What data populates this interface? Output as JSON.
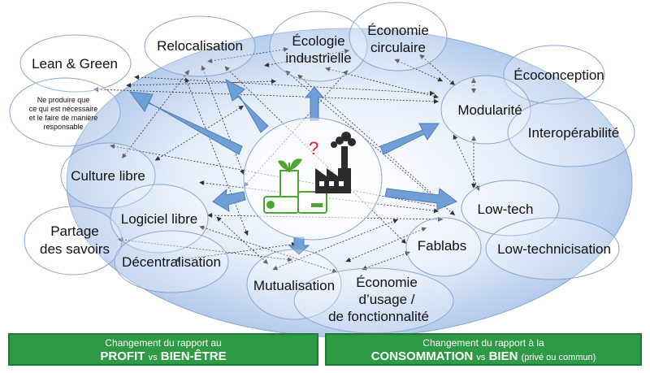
{
  "concepts": {
    "lean_green": "Lean & Green",
    "note": [
      "Ne produire que",
      "ce qui est nécessaire",
      "et le faire de manière",
      "responsable"
    ],
    "relocalisation": "Relocalisation",
    "ecologie": [
      "Écologie",
      "industrielle"
    ],
    "economie_circulaire": [
      "Économie",
      "circulaire"
    ],
    "ecoconception": "Écoconception",
    "modularite": "Modularité",
    "interoperabilite": "Interopérabilité",
    "culture_libre": "Culture libre",
    "logiciel_libre": "Logiciel libre",
    "partage": [
      "Partage",
      "des savoirs"
    ],
    "decentralisation": "Décentralisation",
    "mutualisation": "Mutualisation",
    "economie_usage": [
      "Économie",
      "d’usage /",
      "de fonctionnalité"
    ],
    "low_tech": "Low-tech",
    "fablabs": "Fablabs",
    "low_technicisation": "Low-technicisation"
  },
  "center": {
    "question_mark": "?"
  },
  "footer": {
    "left": {
      "line1": "Changement du rapport au",
      "word1": "PROFIT",
      "vs": "vs",
      "word2": "BIEN-ÊTRE"
    },
    "right": {
      "line1": "Changement du rapport à la",
      "word1": "CONSOMMATION",
      "vs": "vs",
      "word2": "BIEN",
      "paren": "(privé ou commun)"
    }
  },
  "colors": {
    "green": "#2f9a45",
    "arrow_blue": "#6f9fd4",
    "ellipse_stroke": "#8ea6cf",
    "dark": "#2b2b2b",
    "red": "#d9232b"
  }
}
